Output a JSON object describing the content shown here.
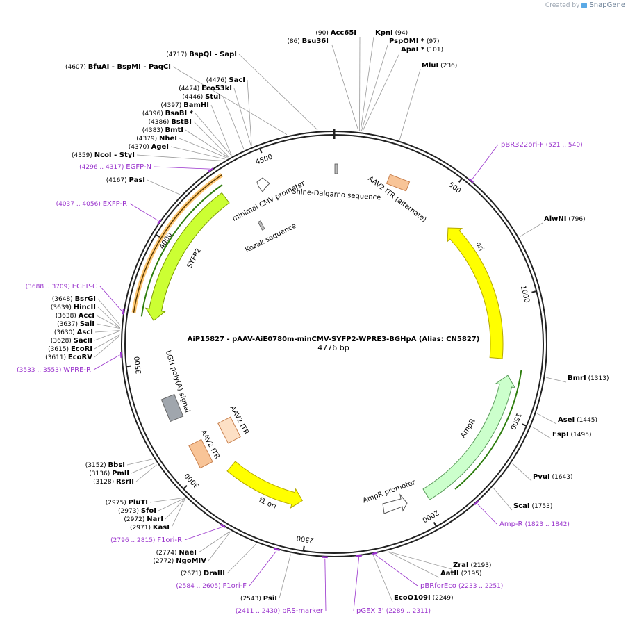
{
  "credit": {
    "prefix": "Created by",
    "brand": "SnapGene"
  },
  "plasmid": {
    "title": "AiP15827 - pAAV-AiE0780m-minCMV-SYFP2-WPRE3-BGHpA (Alias: CN5827)",
    "size_label": "4776 bp",
    "length": 4776
  },
  "ticks": [
    {
      "bp": 500,
      "label": "500"
    },
    {
      "bp": 1000,
      "label": "1000"
    },
    {
      "bp": 1500,
      "label": "1500"
    },
    {
      "bp": 2000,
      "label": "2000"
    },
    {
      "bp": 2500,
      "label": "2500"
    },
    {
      "bp": 3000,
      "label": "3000"
    },
    {
      "bp": 3500,
      "label": "3500"
    },
    {
      "bp": 4000,
      "label": "4000"
    },
    {
      "bp": 4500,
      "label": "4500"
    }
  ],
  "sites_right": [
    {
      "pre": "(90)",
      "name": "Acc65I",
      "post": "",
      "bp": 90
    },
    {
      "pre": "(86)",
      "name": "Bsu36I",
      "post": "",
      "bp": 86
    },
    {
      "pre": "",
      "name": "KpnI",
      "post": "(94)",
      "bp": 94
    },
    {
      "pre": "",
      "name": "PspOMI *",
      "post": "(97)",
      "bp": 97
    },
    {
      "pre": "",
      "name": "ApaI *",
      "post": "(101)",
      "bp": 101
    },
    {
      "pre": "",
      "name": "MluI",
      "post": "(236)",
      "bp": 236
    },
    {
      "pre": "",
      "name": "AlwNI",
      "post": "(796)",
      "bp": 796
    },
    {
      "pre": "",
      "name": "BmrI",
      "post": "(1313)",
      "bp": 1313
    },
    {
      "pre": "",
      "name": "AseI",
      "post": "(1445)",
      "bp": 1445
    },
    {
      "pre": "",
      "name": "FspI",
      "post": "(1495)",
      "bp": 1495
    },
    {
      "pre": "",
      "name": "PvuI",
      "post": "(1643)",
      "bp": 1643
    },
    {
      "pre": "",
      "name": "ScaI",
      "post": "(1753)",
      "bp": 1753
    },
    {
      "pre": "",
      "name": "ZraI",
      "post": "(2193)",
      "bp": 2193
    },
    {
      "pre": "",
      "name": "AatII",
      "post": "(2195)",
      "bp": 2195
    },
    {
      "pre": "",
      "name": "EcoO109I",
      "post": "(2249)",
      "bp": 2249
    }
  ],
  "sites_left": [
    {
      "pre": "(4717)",
      "name": "BspQI",
      "post": "- SapI",
      "bp": 4717
    },
    {
      "pre": "(4607)",
      "name": "BfuAI",
      "post": "- BspMI - PaqCI",
      "bp": 4607
    },
    {
      "pre": "(4476)",
      "name": "SacI",
      "post": "",
      "bp": 4476
    },
    {
      "pre": "(4474)",
      "name": "Eco53kI",
      "post": "",
      "bp": 4474
    },
    {
      "pre": "(4446)",
      "name": "StuI",
      "post": "",
      "bp": 4446
    },
    {
      "pre": "(4397)",
      "name": "BamHI",
      "post": "",
      "bp": 4397
    },
    {
      "pre": "(4396)",
      "name": "BsaBI *",
      "post": "",
      "bp": 4396
    },
    {
      "pre": "(4386)",
      "name": "BstBI",
      "post": "",
      "bp": 4386
    },
    {
      "pre": "(4383)",
      "name": "BmtI",
      "post": "",
      "bp": 4383
    },
    {
      "pre": "(4379)",
      "name": "NheI",
      "post": "",
      "bp": 4379
    },
    {
      "pre": "(4370)",
      "name": "AgeI",
      "post": "",
      "bp": 4370
    },
    {
      "pre": "(4359)",
      "name": "NcoI",
      "post": "- StyI",
      "bp": 4359
    },
    {
      "pre": "(4167)",
      "name": "PasI",
      "post": "",
      "bp": 4167
    },
    {
      "pre": "(3648)",
      "name": "BsrGI",
      "post": "",
      "bp": 3648
    },
    {
      "pre": "(3639)",
      "name": "HincII",
      "post": "",
      "bp": 3639
    },
    {
      "pre": "(3638)",
      "name": "AccI",
      "post": "",
      "bp": 3638
    },
    {
      "pre": "(3637)",
      "name": "SalI",
      "post": "",
      "bp": 3637
    },
    {
      "pre": "(3630)",
      "name": "AscI",
      "post": "",
      "bp": 3630
    },
    {
      "pre": "(3628)",
      "name": "SacII",
      "post": "",
      "bp": 3628
    },
    {
      "pre": "(3615)",
      "name": "EcoRI",
      "post": "",
      "bp": 3615
    },
    {
      "pre": "(3611)",
      "name": "EcoRV",
      "post": "",
      "bp": 3611
    },
    {
      "pre": "(3152)",
      "name": "BbsI",
      "post": "",
      "bp": 3152
    },
    {
      "pre": "(3136)",
      "name": "PmlI",
      "post": "",
      "bp": 3136
    },
    {
      "pre": "(3128)",
      "name": "RsrII",
      "post": "",
      "bp": 3128
    },
    {
      "pre": "(2975)",
      "name": "PluTI",
      "post": "",
      "bp": 2975
    },
    {
      "pre": "(2973)",
      "name": "SfoI",
      "post": "",
      "bp": 2973
    },
    {
      "pre": "(2972)",
      "name": "NarI",
      "post": "",
      "bp": 2972
    },
    {
      "pre": "(2971)",
      "name": "KasI",
      "post": "",
      "bp": 2971
    },
    {
      "pre": "(2774)",
      "name": "NaeI",
      "post": "",
      "bp": 2774
    },
    {
      "pre": "(2772)",
      "name": "NgoMIV",
      "post": "",
      "bp": 2772
    },
    {
      "pre": "(2671)",
      "name": "DraIII",
      "post": "",
      "bp": 2671
    },
    {
      "pre": "(2543)",
      "name": "PsiI",
      "post": "",
      "bp": 2543
    }
  ],
  "primers": [
    {
      "name": "pBR322ori-F",
      "range": "(521 .. 540)",
      "start": 521,
      "end": 540,
      "side": "right"
    },
    {
      "name": "Amp-R",
      "range": "(1823 .. 1842)",
      "start": 1823,
      "end": 1842,
      "side": "right"
    },
    {
      "name": "pBRforEco",
      "range": "(2233 .. 2251)",
      "start": 2233,
      "end": 2251,
      "side": "right"
    },
    {
      "name": "pGEX 3'",
      "range": "(2289 .. 2311)",
      "start": 2289,
      "end": 2311,
      "side": "right"
    },
    {
      "name": "pRS-marker",
      "range": "(2411 .. 2430)",
      "start": 2411,
      "end": 2430,
      "side": "left"
    },
    {
      "name": "F1ori-F",
      "range": "(2584 .. 2605)",
      "start": 2584,
      "end": 2605,
      "side": "left"
    },
    {
      "name": "F1ori-R",
      "range": "(2796 .. 2815)",
      "start": 2796,
      "end": 2815,
      "side": "left"
    },
    {
      "name": "WPRE-R",
      "range": "(3533 .. 3553)",
      "start": 3533,
      "end": 3553,
      "side": "left"
    },
    {
      "name": "EGFP-C",
      "range": "(3688 .. 3709)",
      "start": 3688,
      "end": 3709,
      "side": "left"
    },
    {
      "name": "EXFP-R",
      "range": "(4037 .. 4056)",
      "start": 4037,
      "end": 4056,
      "side": "left"
    },
    {
      "name": "EGFP-N",
      "range": "(4296 .. 4317)",
      "start": 4296,
      "end": 4317,
      "side": "left"
    }
  ],
  "features": [
    {
      "name": "AAV2 ITR (alternate)",
      "label": "AAV2 ITR (alternate)",
      "kind": "rect",
      "color": "#f8c497"
    },
    {
      "name": "ori",
      "label": "ori",
      "kind": "arrow",
      "color": "#ffff00"
    },
    {
      "name": "AmpR",
      "label": "AmpR",
      "kind": "arrow",
      "color": "#ccffcc"
    },
    {
      "name": "AmpR promoter",
      "label": "AmpR promoter",
      "kind": "arrow",
      "color": "#ffffff"
    },
    {
      "name": "f1 ori",
      "label": "f1 ori",
      "kind": "arrow",
      "color": "#ffff00"
    },
    {
      "name": "AAV2 ITR",
      "label": "AAV2 ITR",
      "kind": "rect",
      "color": "#f8c497"
    },
    {
      "name": "AAV2 ITR 2",
      "label": "AAV2 ITR",
      "kind": "rect",
      "color": "#fde0c5"
    },
    {
      "name": "bGH poly(A) signal",
      "label": "bGH poly(A) signal",
      "kind": "rect",
      "color": "#a0a6ad"
    },
    {
      "name": "SYFP2",
      "label": "SYFP2",
      "kind": "arrow",
      "color": "#ccff33"
    },
    {
      "name": "minimal CMV promoter",
      "label": "minimal CMV promoter",
      "kind": "arrow",
      "color": "#ffffff"
    },
    {
      "name": "Shine-Dalgarno sequence",
      "label": "Shine-Dalgarno sequence",
      "kind": "rect",
      "color": "#bbbbbb"
    },
    {
      "name": "Kozak sequence",
      "label": "Kozak sequence",
      "kind": "rect",
      "color": "#bbbbbb"
    }
  ],
  "colors": {
    "backbone": "#222222",
    "enzyme_text": "#000000",
    "primer": "#9932cc",
    "leader": "#999999",
    "orf_highlight": "#2e7d0e",
    "outer_orf": "#ff9900"
  }
}
